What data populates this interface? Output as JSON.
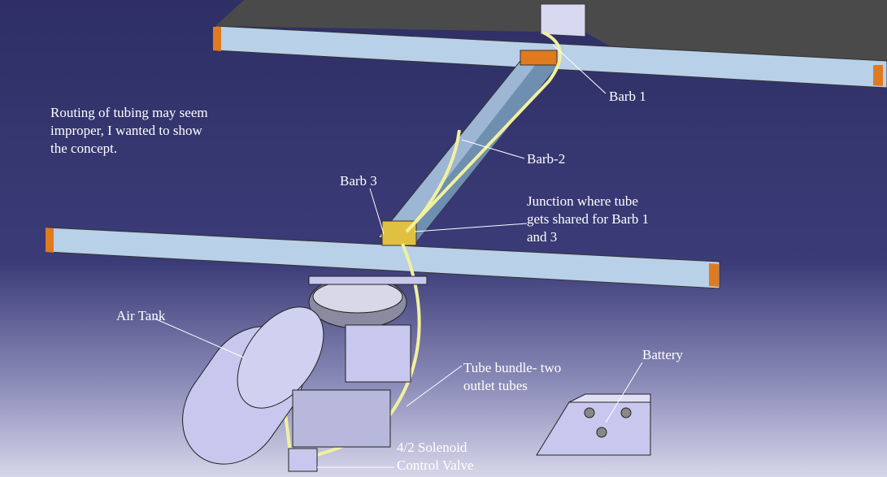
{
  "note": "Routing of tubing may seem improper, I wanted to show the concept.",
  "labels": {
    "barb1": "Barb 1",
    "barb2": "Barb-2",
    "barb3": "Barb 3",
    "junction": "Junction where tube gets shared for Barb 1 and 3",
    "air_tank": "Air Tank",
    "tube_bundle": "Tube bundle- two outlet tubes",
    "battery": "Battery",
    "solenoid_line1": "4/2 Solenoid",
    "solenoid_line2": "Control Valve"
  },
  "colors": {
    "background_top": "#2f2f66",
    "beam": "#b8d0e8",
    "beam_cap": "#e07a20",
    "tube": "#f0f0a0",
    "parts": "#c8c8ee"
  }
}
